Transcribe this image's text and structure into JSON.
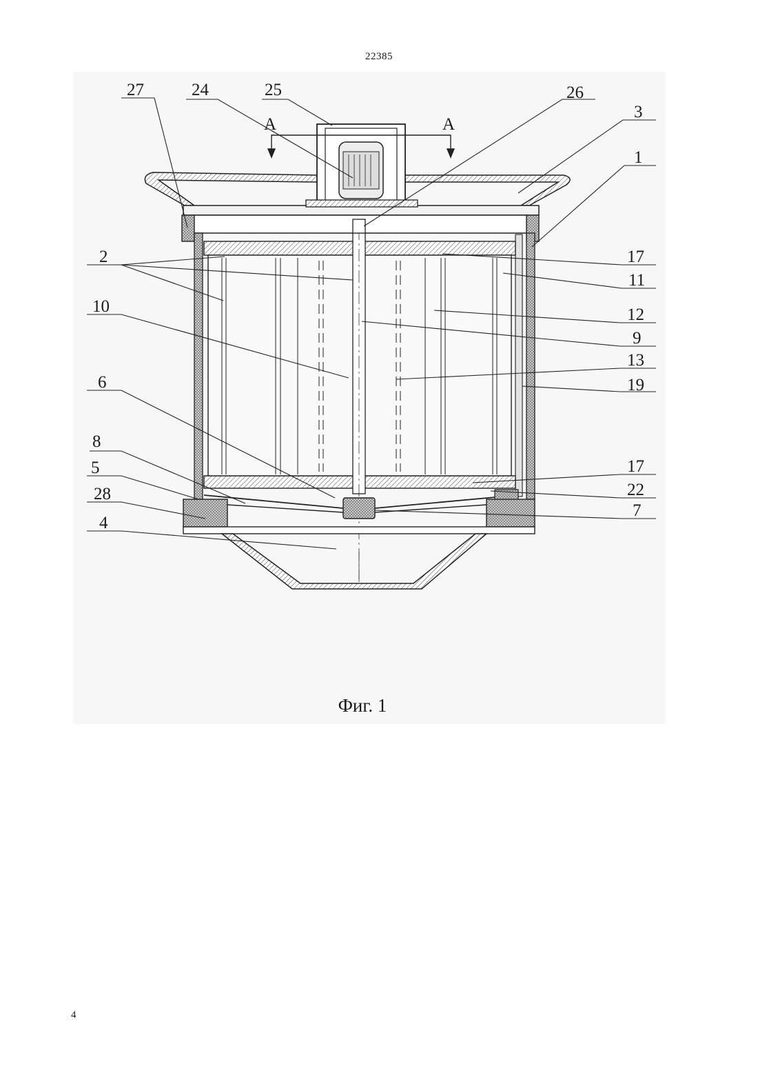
{
  "header": {
    "patent_number": "22385"
  },
  "footer": {
    "page_number": "4"
  },
  "figure": {
    "caption": "Фиг. 1",
    "section_marker": "А",
    "callouts": {
      "c27": "27",
      "c24": "24",
      "c25": "25",
      "c26": "26",
      "c3": "3",
      "c1": "1",
      "c2": "2",
      "c17top": "17",
      "c11": "11",
      "c12": "12",
      "c10": "10",
      "c9": "9",
      "c13": "13",
      "c6": "6",
      "c19": "19",
      "c8": "8",
      "c5": "5",
      "c17bot": "17",
      "c22": "22",
      "c28": "28",
      "c7": "7",
      "c4": "4"
    }
  }
}
